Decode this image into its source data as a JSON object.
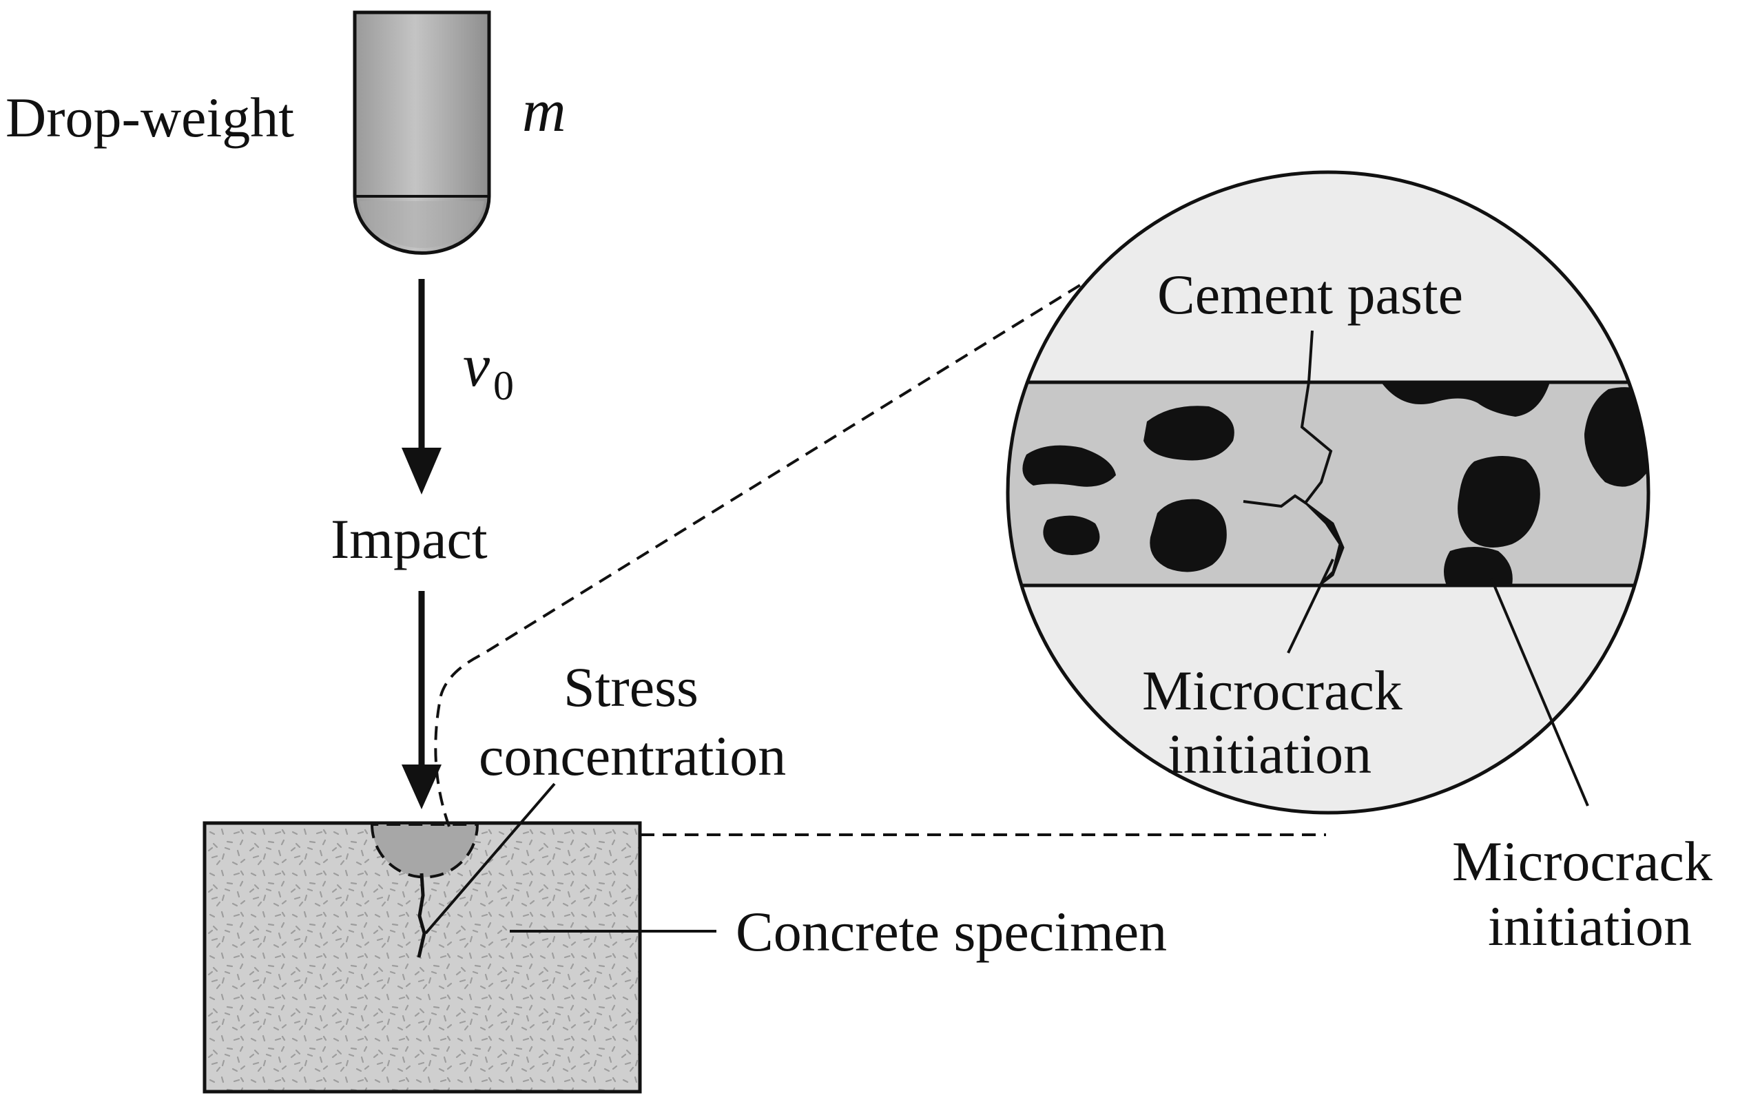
{
  "labels": {
    "drop_weight": "Drop-weight",
    "mass_symbol": "m",
    "velocity_symbol": "v",
    "velocity_subscript": "0",
    "impact": "Impact",
    "stress_line1": "Stress",
    "stress_line2": "concentration",
    "concrete_specimen": "Concrete specimen",
    "cement_paste": "Cement paste",
    "microcrack_inner_line1": "Microcrack",
    "microcrack_inner_line2": "initiation",
    "microcrack_outer_line1": "Microcrack",
    "microcrack_outer_line2": "initiation"
  },
  "colors": {
    "weight_fill": "#b4b4b4",
    "specimen_fill": "#cfcfcf",
    "circle_fill": "#ececec",
    "band_fill": "#c7c7c7",
    "aggregate_fill": "#111111",
    "stroke": "#111111"
  }
}
